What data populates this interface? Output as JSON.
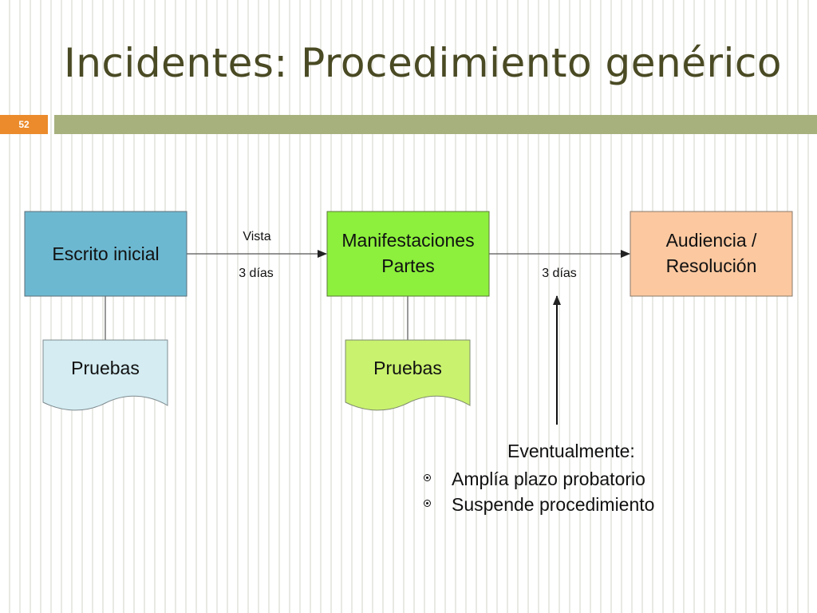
{
  "slide": {
    "title": "Incidentes: Procedimiento genérico",
    "number": "52"
  },
  "colors": {
    "background": "#ffffff",
    "title_text": "#4a4a24",
    "slide_number_bg": "#eb8b2c",
    "title_bar": "#a6b17e",
    "escrito_box": "#6db8d1",
    "manifestaciones_box": "#8cf03c",
    "audiencia_box": "#fbc8a0",
    "pruebas_1": "#d4ecf2",
    "pruebas_2": "#c9f26e"
  },
  "diagram": {
    "boxes": {
      "escrito": [
        "Escrito inicial"
      ],
      "manifestaciones": [
        "Manifestaciones",
        "Partes"
      ],
      "audiencia": [
        "Audiencia /",
        "Resolución"
      ]
    },
    "documents": {
      "pruebas_1": "Pruebas",
      "pruebas_2": "Pruebas"
    },
    "arrows": {
      "first_top_label": "Vista",
      "first_bottom_label": "3 días",
      "second_label": "3 días"
    },
    "eventual": {
      "heading": "Eventualmente:",
      "items": [
        "Amplía plazo probatorio",
        "Suspende procedimiento"
      ]
    }
  }
}
